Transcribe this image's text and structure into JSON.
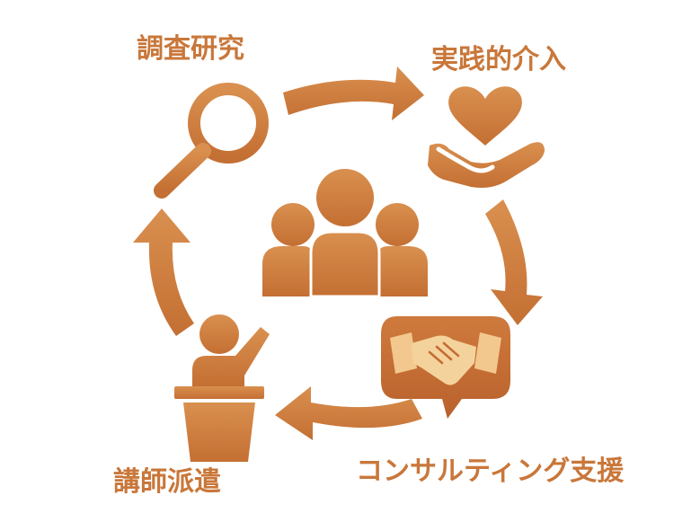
{
  "colors": {
    "primary": "#c9773a",
    "primary_light": "#dc9656",
    "accent_box": "#c56b33",
    "hands_light": "#f2c88e",
    "label": "#c9773a"
  },
  "cycle": {
    "research": {
      "label": "調査研究",
      "icon": "magnifying-glass-icon"
    },
    "practice": {
      "label": "実践的介入",
      "icon": "heart-in-hand-icon"
    },
    "consulting": {
      "label": "コンサルティング支援",
      "icon": "handshake-speech-bubble-icon"
    },
    "lecture": {
      "label": "講師派遣",
      "icon": "lecturer-at-podium-icon"
    }
  },
  "center": {
    "icon": "group-of-people-icon"
  }
}
